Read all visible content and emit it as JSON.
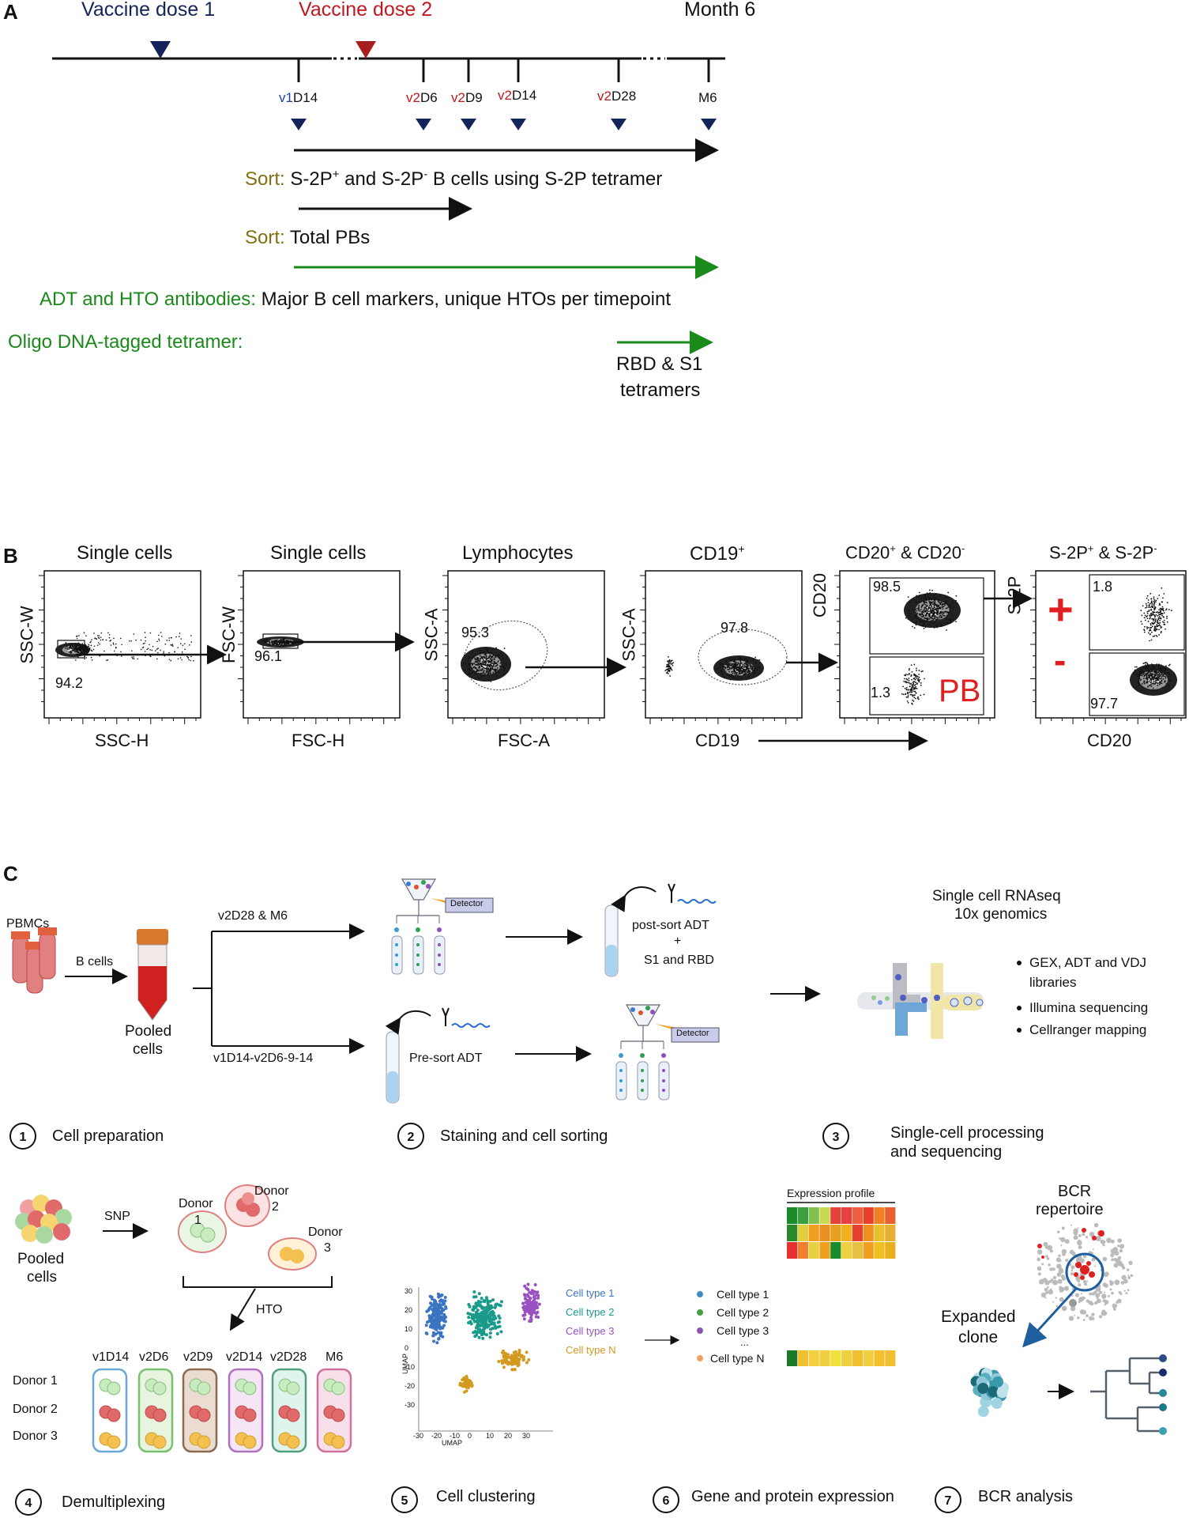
{
  "colors": {
    "navy": "#14235a",
    "red": "#c0191f",
    "olive": "#807010",
    "green": "#1a8a1a",
    "blue": "#1f3fa0",
    "black": "#111111"
  },
  "panelA": {
    "letter": "A",
    "dose1": "Vaccine dose 1",
    "dose2": "Vaccine dose 2",
    "month6": "Month 6",
    "timepoints": [
      {
        "prefix": "v1",
        "rest": "D14"
      },
      {
        "prefix": "v2",
        "rest": "D6"
      },
      {
        "prefix": "v2",
        "rest": "D9"
      },
      {
        "prefix": "v2",
        "rest": "D14"
      },
      {
        "prefix": "v2",
        "rest": "D28"
      },
      {
        "prefix": "",
        "rest": "M6"
      }
    ],
    "sort_label": "Sort:",
    "sort1_pre": "S-2P",
    "sort1_sup1": "+",
    "sort1_mid": " and S-2P",
    "sort1_sup2": "-",
    "sort1_post": " B cells using S-2P tetramer",
    "sort2": "Total PBs",
    "adt_label": "ADT and HTO antibodies:",
    "adt_text": "Major B cell markers, unique HTOs per timepoint",
    "oligo_label": "Oligo DNA-tagged tetramer:",
    "tetramers_line1": "RBD & S1",
    "tetramers_line2": "tetramers"
  },
  "panelB": {
    "letter": "B",
    "plots": [
      {
        "title": "Single cells",
        "ylabel": "SSC-W",
        "xlabel": "SSC-H",
        "gate": "94.2"
      },
      {
        "title": "Single cells",
        "ylabel": "FSC-W",
        "xlabel": "FSC-H",
        "gate": "96.1"
      },
      {
        "title": "Lymphocytes",
        "ylabel": "SSC-A",
        "xlabel": "FSC-A",
        "gate": "95.3"
      },
      {
        "title_main": "CD19",
        "title_sup": "+",
        "ylabel": "SSC-A",
        "xlabel": "CD19",
        "gate": "97.8"
      },
      {
        "title_a": "CD20",
        "sup_a": "+",
        "title_b": " & CD20",
        "sup_b": "-",
        "ylabel": "CD20",
        "gate_top": "98.5",
        "gate_bottom": "1.3",
        "pb": "PB"
      },
      {
        "title_a": "S-2P",
        "sup_a": "+",
        "title_b": " & S-2P",
        "sup_b": "-",
        "ylabel": "S-2P",
        "xlabel": "CD20",
        "gate_top": "1.8",
        "gate_bottom": "97.7",
        "plus": "+",
        "minus": "-"
      }
    ]
  },
  "panelC": {
    "letter": "C",
    "pbmcs": "PBMCs",
    "bcells": "B cells",
    "pooled1": "Pooled",
    "pooled2": "cells",
    "branch_top": "v2D28 & M6",
    "branch_bottom": "v1D14-v2D6-9-14",
    "detector": "Detector",
    "postsort_line1": "post-sort ADT",
    "postsort_plus": "+",
    "postsort_line3": "S1 and RBD",
    "presort": "Pre-sort ADT",
    "scrna_line1": "Single cell RNAseq",
    "scrna_line2": "10x genomics",
    "bullets": [
      "GEX, ADT and VDJ",
      "libraries",
      "Illumina sequencing",
      "Cellranger mapping"
    ],
    "steps": [
      {
        "n": "1",
        "label": "Cell preparation"
      },
      {
        "n": "2",
        "label": "Staining and cell sorting"
      },
      {
        "n": "3",
        "label_line1": "Single-cell processing",
        "label_line2": "and sequencing"
      },
      {
        "n": "4",
        "label": "Demultiplexing"
      },
      {
        "n": "5",
        "label": "Cell clustering"
      },
      {
        "n": "6",
        "label": "Gene and protein expression"
      },
      {
        "n": "7",
        "label": "BCR analysis"
      }
    ],
    "demux": {
      "pooled1": "Pooled",
      "pooled2": "cells",
      "snp": "SNP",
      "hto": "HTO",
      "donor1_a": "Donor",
      "donor1_b": "1",
      "donor2_a": "Donor",
      "donor2_b": "2",
      "donor3_a": "Donor",
      "donor3_b": "3",
      "columns": [
        "v1D14",
        "v2D6",
        "v2D9",
        "v2D14",
        "v2D28",
        "M6"
      ],
      "rows": [
        "Donor 1",
        "Donor 2",
        "Donor 3"
      ]
    },
    "umap": {
      "yticks": [
        "30",
        "20",
        "10",
        "0",
        "-10",
        "-20",
        "-30"
      ],
      "xticks": [
        "-30",
        "-20",
        "-10",
        "0",
        "10",
        "20",
        "30"
      ],
      "xlabel": "UMAP",
      "ylabel": "UMAP",
      "legend": [
        {
          "label": "Cell type 1",
          "color": "#3b74c0"
        },
        {
          "label": "Cell type 2",
          "color": "#1a9a8a"
        },
        {
          "label": "Cell type 3",
          "color": "#9a50c0"
        },
        {
          "label": "Cell type N",
          "color": "#d49a20"
        }
      ]
    },
    "expression": {
      "title": "Expression profile",
      "rows": [
        {
          "label": "Cell type 1",
          "color": "#3a8fc0"
        },
        {
          "label": "Cell type 2",
          "color": "#44a040"
        },
        {
          "label": "Cell type 3",
          "color": "#8a55b0"
        },
        {
          "label": "...",
          "color": ""
        },
        {
          "label": "Cell type N",
          "color": "#f0a060"
        }
      ]
    },
    "bcr": {
      "line1": "BCR",
      "line2": "repertoire",
      "exp1": "Expanded",
      "exp2": "clone"
    }
  }
}
